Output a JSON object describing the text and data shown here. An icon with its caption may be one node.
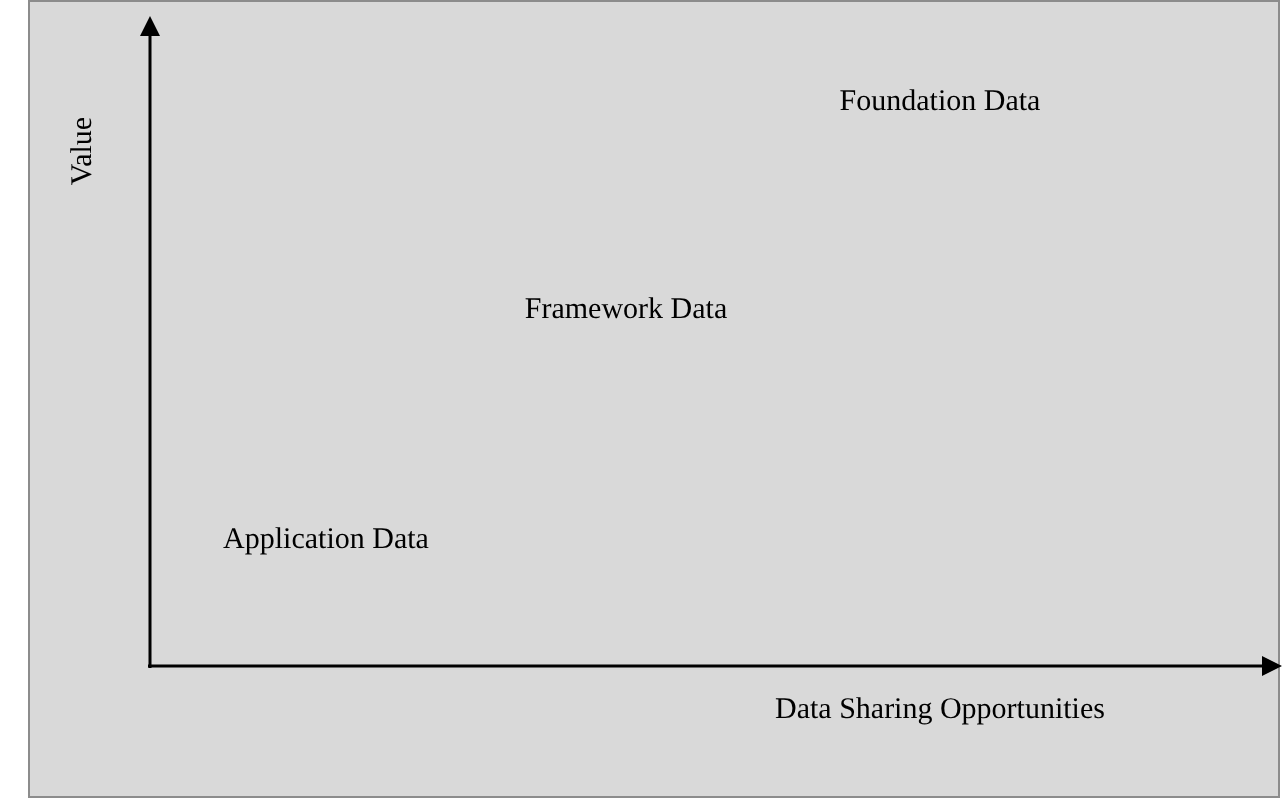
{
  "diagram": {
    "labels": [
      "Value",
      "Foundation Data",
      "Framework Data",
      "Application Data",
      "Data Sharing Opportunities"
    ]
  }
}
